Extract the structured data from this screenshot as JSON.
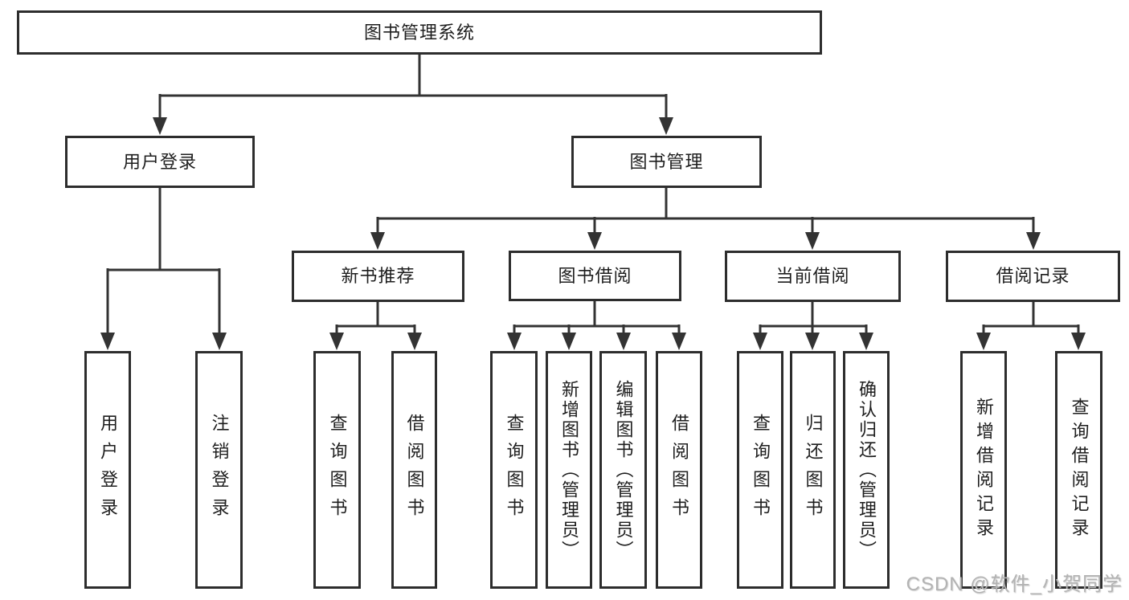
{
  "tree": {
    "root": {
      "label": "图书管理系统",
      "children": [
        {
          "label": "用户登录",
          "children": [
            {
              "label": "用户登录"
            },
            {
              "label": "注销登录"
            }
          ]
        },
        {
          "label": "图书管理",
          "children": [
            {
              "label": "新书推荐",
              "children": [
                {
                  "label": "查询图书"
                },
                {
                  "label": "借阅图书"
                }
              ]
            },
            {
              "label": "图书借阅",
              "children": [
                {
                  "label": "查询图书"
                },
                {
                  "label": "新增图书（管理员）"
                },
                {
                  "label": "编辑图书（管理员）"
                },
                {
                  "label": "借阅图书"
                }
              ]
            },
            {
              "label": "当前借阅",
              "children": [
                {
                  "label": "查询图书"
                },
                {
                  "label": "归还图书"
                },
                {
                  "label": "确认归还（管理员）"
                }
              ]
            },
            {
              "label": "借阅记录",
              "children": [
                {
                  "label": "新增借阅记录"
                },
                {
                  "label": "查询借阅记录"
                }
              ]
            }
          ]
        }
      ]
    }
  },
  "watermark": {
    "text": "CSDN @软件_小贺同学"
  },
  "colors": {
    "line": "#333333",
    "border": "#2d2d2d",
    "text": "#1e1e1e",
    "watermark_text": "#b3b3b3",
    "background": "#ffffff"
  }
}
